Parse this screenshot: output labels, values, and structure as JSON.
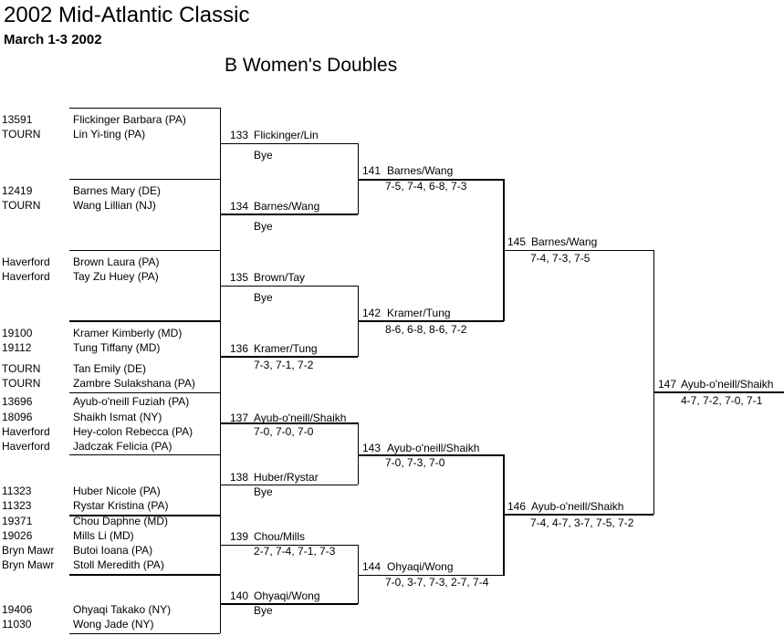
{
  "header": {
    "title": "2002 Mid-Atlantic Classic",
    "date": "March 1-3 2002",
    "event": "B Women's Doubles"
  },
  "entries": [
    {
      "id": "13591",
      "name": "Flickinger Barbara (PA)"
    },
    {
      "id": "TOURN",
      "name": "Lin Yi-ting (PA)"
    },
    {
      "id": "12419",
      "name": "Barnes Mary (DE)"
    },
    {
      "id": "TOURN",
      "name": "Wang Lillian (NJ)"
    },
    {
      "id": "Haverford",
      "name": "Brown Laura (PA)"
    },
    {
      "id": "Haverford",
      "name": "Tay Zu Huey (PA)"
    },
    {
      "id": "19100",
      "name": "Kramer Kimberly (MD)"
    },
    {
      "id": "19112",
      "name": "Tung Tiffany (MD)"
    },
    {
      "id": "TOURN",
      "name": "Tan Emily (DE)"
    },
    {
      "id": "TOURN",
      "name": "Zambre Sulakshana (PA)"
    },
    {
      "id": "13696",
      "name": "Ayub-o'neill Fuziah (PA)"
    },
    {
      "id": "18096",
      "name": "Shaikh Ismat (NY)"
    },
    {
      "id": "Haverford",
      "name": "Hey-colon Rebecca (PA)"
    },
    {
      "id": "Haverford",
      "name": "Jadczak Felicia (PA)"
    },
    {
      "id": "11323",
      "name": "Huber Nicole (PA)"
    },
    {
      "id": "11323",
      "name": "Rystar Kristina (PA)"
    },
    {
      "id": "19371",
      "name": "Chou Daphne (MD)"
    },
    {
      "id": "19026",
      "name": "Mills Li (MD)"
    },
    {
      "id": "Bryn Mawr",
      "name": "Butoi Ioana (PA)"
    },
    {
      "id": "Bryn Mawr",
      "name": "Stoll Meredith (PA)"
    },
    {
      "id": "19406",
      "name": "Ohyaqi Takako (NY)"
    },
    {
      "id": "11030",
      "name": "Wong Jade (NY)"
    }
  ],
  "round1": [
    {
      "num": "133",
      "winner": "Flickinger/Lin",
      "note": "Bye"
    },
    {
      "num": "134",
      "winner": "Barnes/Wang",
      "note": "Bye"
    },
    {
      "num": "135",
      "winner": "Brown/Tay",
      "note": "Bye"
    },
    {
      "num": "136",
      "winner": "Kramer/Tung",
      "note": "7-3, 7-1, 7-2"
    },
    {
      "num": "137",
      "winner": "Ayub-o'neill/Shaikh",
      "note": "7-0, 7-0, 7-0"
    },
    {
      "num": "138",
      "winner": "Huber/Rystar",
      "note": "Bye"
    },
    {
      "num": "139",
      "winner": "Chou/Mills",
      "note": "2-7, 7-4, 7-1, 7-3"
    },
    {
      "num": "140",
      "winner": "Ohyaqi/Wong",
      "note": "Bye"
    }
  ],
  "round2": [
    {
      "num": "141",
      "winner": "Barnes/Wang",
      "score": "7-5, 7-4, 6-8, 7-3"
    },
    {
      "num": "142",
      "winner": "Kramer/Tung",
      "score": "8-6, 6-8, 8-6, 7-2"
    },
    {
      "num": "143",
      "winner": "Ayub-o'neill/Shaikh",
      "score": "7-0, 7-3, 7-0"
    },
    {
      "num": "144",
      "winner": "Ohyaqi/Wong",
      "score": "7-0, 3-7, 7-3, 2-7, 7-4"
    }
  ],
  "round3": [
    {
      "num": "145",
      "winner": "Barnes/Wang",
      "score": "7-4, 7-3, 7-5"
    },
    {
      "num": "146",
      "winner": "Ayub-o'neill/Shaikh",
      "score": "7-4, 4-7, 3-7, 7-5, 7-2"
    }
  ],
  "final": {
    "num": "147",
    "winner": "Ayub-o'neill/Shaikh",
    "score": "4-7, 7-2, 7-0, 7-1"
  }
}
